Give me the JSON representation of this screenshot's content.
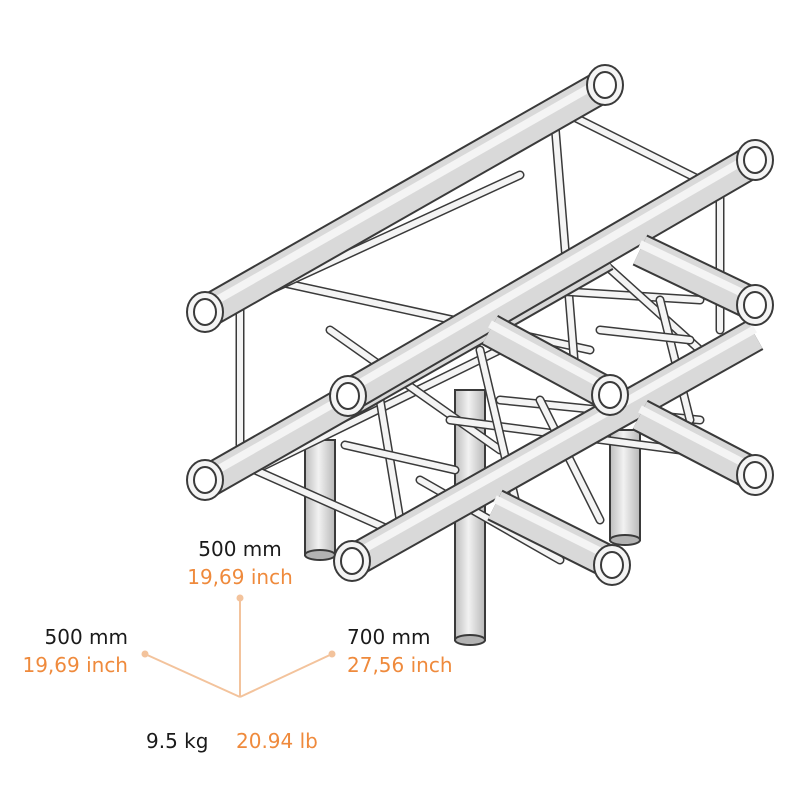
{
  "dimensions": {
    "height": {
      "mm": "500 mm",
      "inch": "19,69 inch"
    },
    "left": {
      "mm": "500 mm",
      "inch": "19,69 inch"
    },
    "right": {
      "mm": "700 mm",
      "inch": "27,56 inch"
    }
  },
  "weight": {
    "kg": "9.5 kg",
    "lb": "20.94 lb"
  },
  "colors": {
    "accent": "#ef8a3c",
    "guide": "#f3c39c",
    "tube_stroke": "#3a3a3a",
    "tube_light": "#f4f4f4",
    "tube_mid": "#d9d9d9",
    "tube_dark": "#b3b3b3",
    "text": "#1a1a1a"
  },
  "icons": {
    "product": "truss-t-junction-icon"
  }
}
